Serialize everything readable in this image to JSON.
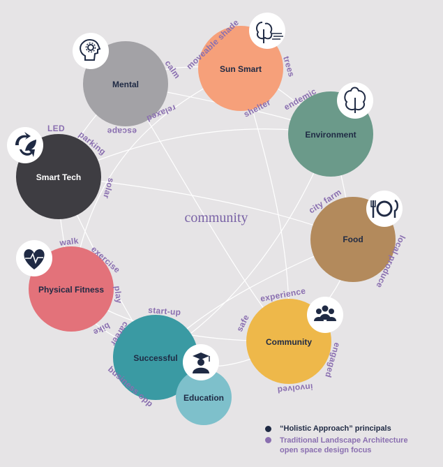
{
  "center_label": "community",
  "nodes": [
    {
      "id": "mental",
      "label": "Mental",
      "color": "#a3a2a6",
      "text_color": "#1f2a44",
      "icon": "head-gear-icon"
    },
    {
      "id": "sun-smart",
      "label": "Sun Smart",
      "color": "#f6a07a",
      "text_color": "#1f2a44",
      "icon": "tree-wind-icon"
    },
    {
      "id": "environment",
      "label": "Environment",
      "color": "#6b9a8a",
      "text_color": "#1f2a44",
      "icon": "tree-icon"
    },
    {
      "id": "smart-tech",
      "label": "Smart Tech",
      "color": "#3e3d42",
      "text_color": "#ffffff",
      "icon": "recycle-leaf-icon"
    },
    {
      "id": "food",
      "label": "Food",
      "color": "#b38a5c",
      "text_color": "#1f2a44",
      "icon": "plate-cutlery-icon"
    },
    {
      "id": "physical-fitness",
      "label": "Physical Fitness",
      "color": "#e3727a",
      "text_color": "#1f2a44",
      "icon": "heart-pulse-icon"
    },
    {
      "id": "community",
      "label": "Community",
      "color": "#eeb84a",
      "text_color": "#1f2a44",
      "icon": "people-group-icon"
    },
    {
      "id": "successful",
      "label": "Successful",
      "color": "#3a9aa3",
      "text_color": "#1f2a44",
      "icon": "graduate-icon"
    },
    {
      "id": "education",
      "label": "Education",
      "color": "#7ec0cb",
      "text_color": "#1f2a44",
      "icon": ""
    }
  ],
  "words": {
    "calm": "calm",
    "relaxed": "relaxed",
    "escape": "escape",
    "moveable_shade": "moveable shade",
    "trees": "trees",
    "shelter": "shelter",
    "endemic": "endemic",
    "led": "LED",
    "parking": "parking",
    "solar": "solar",
    "city_farm": "city farm",
    "local_produce": "local produce",
    "walk": "walk",
    "exercise": "exercise",
    "play": "play",
    "bike": "bike",
    "start_up": "start-up",
    "career": "career",
    "business_opp": "business opp",
    "experience": "experience",
    "safe": "safe",
    "engaged": "engaged",
    "involved": "involved"
  },
  "legend": {
    "holistic": {
      "label": "“Holistic Approach” principals",
      "color": "#1f2a44"
    },
    "traditional": {
      "label": "Traditional Landscape Architecture open space design focus",
      "color": "#8a6fb0"
    }
  },
  "colors": {
    "background": "#e6e4e6",
    "link": "#ffffff",
    "word": "#8a6fb0"
  }
}
